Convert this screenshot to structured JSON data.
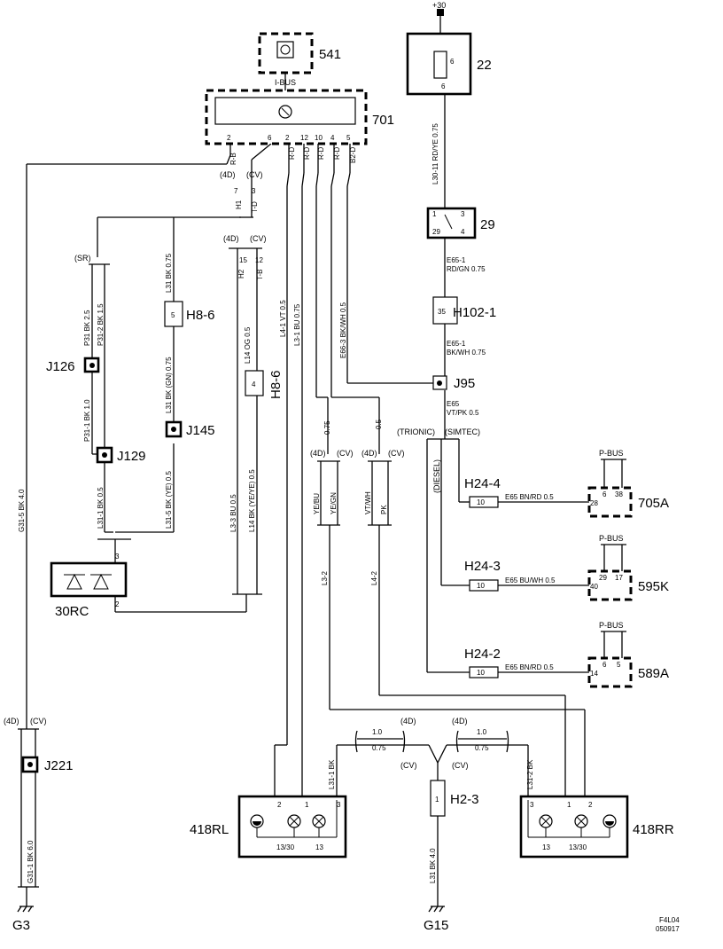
{
  "components": {
    "c541": "541",
    "c701": "701",
    "c22": "22",
    "c29": "29",
    "h102": "H102-1",
    "j95": "J95",
    "j126": "J126",
    "j129": "J129",
    "j145": "J145",
    "h86a": "H8-6",
    "h86b": "H8-6",
    "c30rc": "30RC",
    "h244": "H24-4",
    "h243": "H24-3",
    "h242": "H24-2",
    "c705a": "705A",
    "c595k": "595K",
    "c589a": "589A",
    "j221": "J221",
    "rl": "418RL",
    "rr": "418RR",
    "h23": "H2-3",
    "g3": "G3",
    "g15": "G15"
  },
  "supply": "+30",
  "bus": {
    "ibus": "I-BUS",
    "pbus": "P-BUS"
  },
  "variants": {
    "v4d": "(4D)",
    "cv": "(CV)",
    "sr": "(SR)",
    "trionic": "(TRIONIC)",
    "simtec": "(SIMTEC)",
    "diesel": "(DIESEL)"
  },
  "pins": {
    "n2": "2",
    "n12": "12",
    "n10": "10",
    "n4": "4",
    "n5": "5",
    "n6": "6",
    "n7": "7",
    "n3": "3",
    "n1": "1",
    "n15": "15",
    "n13": "13",
    "n1330": "13/30",
    "n35": "35",
    "n38": "38",
    "n28": "28",
    "n29": "29",
    "n17": "17",
    "n40": "40",
    "n14": "14",
    "n6b": "6",
    "n5b": "5",
    "c10a": "10",
    "c10b": "10",
    "c10c": "10",
    "c5": "5",
    "c4": "4",
    "c1": "1",
    "c6": "6",
    "rl1": "1",
    "rl2": "2",
    "rl3": "3",
    "rr1": "1",
    "rr2": "2",
    "rr3": "3",
    "rc2": "2",
    "rc3": "3",
    "k29a": "1",
    "k29b": "3",
    "k29c": "29",
    "k29d": "4"
  },
  "wires": {
    "rb": "R-B",
    "td": "T-D",
    "h1": "H1",
    "h2": "H2",
    "tb": "T-B",
    "rd1": "R-D",
    "rd2": "R-D",
    "rd3": "R-D",
    "rd4": "R-D",
    "b2d": "B2-D",
    "l3011": "L30-11  RD/YE  0.75",
    "e651a": "E65-1",
    "e651b": "RD/GN  0.75",
    "e651c": "E65-1",
    "e651d": "BK/WH  0.75",
    "e65a": "E65",
    "e65b": "VT/PK  0.5",
    "e663": "E66-3  BK/WH  0.5",
    "l31bk": "L31  BK  0.75",
    "l31bkgn": "L31 BK (GN)  0.75",
    "l31_5": "L31-5  BK (YE)  0.5",
    "l31_1": "L31-1  BK  0.5",
    "p31": "P31  BK  2.5",
    "p312": "P31-2  BK  1.5",
    "p311": "P31-1  BK  1.0",
    "l14a": "L14  OG  0.5",
    "l14b": "L14  BK (YE/YE)  0.5",
    "l33": "L3-3  BU  0.5",
    "l41": "L4-1  VT  0.5",
    "l31bu": "L3-1  BU  0.75",
    "g315": "G31-5  BK  4.0",
    "g311": "G31-1  BK  6.0",
    "l314": "L31  BK  4.0",
    "l311": "L31-1  BK",
    "l312": "L31-2  BK",
    "l32": "L3-2",
    "l42": "L4-2",
    "yebu": "YE/BU",
    "yegn": "YE/GN",
    "vtwh": "VT/WH",
    "pk": "PK",
    "v075a": "0.75",
    "v05a": "0.5",
    "s10a": "1.0",
    "s075a": "0.75",
    "s10b": "1.0",
    "s075b": "0.75",
    "e65bnrd1": "E65  BN/RD  0.5",
    "e65buwh": "E65  BU/WH  0.5",
    "e65bnrd2": "E65  BN/RD  0.5"
  },
  "footer": {
    "code1": "F4L04",
    "code2": "050917"
  }
}
